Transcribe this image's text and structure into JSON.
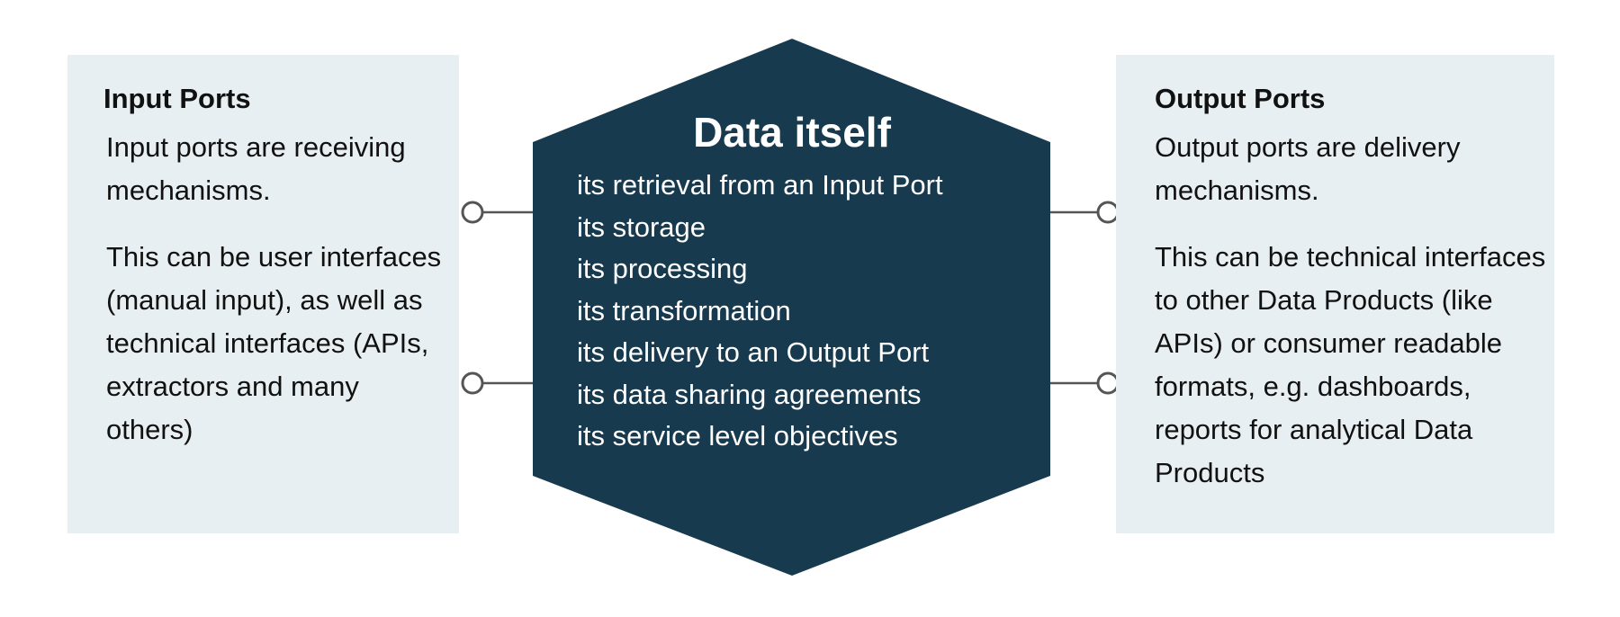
{
  "input_ports": {
    "title": "Input Ports",
    "paragraph_1": "Input ports are receiving mechanisms.",
    "paragraph_2": "This can be user interfaces (manual input), as well as technical interfaces (APIs, extractors and many others)"
  },
  "data_itself": {
    "title": "Data itself",
    "items": [
      "its retrieval from an Input Port",
      "its storage",
      "its processing",
      "its transformation",
      "its delivery to an Output Port",
      "its data sharing agreements",
      "its service level objectives"
    ]
  },
  "output_ports": {
    "title": "Output Ports",
    "paragraph_1": "Output ports are delivery mechanisms.",
    "paragraph_2": "This can be technical interfaces to other Data Products (like APIs) or consumer readable formats, e.g. dashboards, reports for analytical Data Products"
  },
  "colors": {
    "hexagon_fill": "#173a4e",
    "panel_background": "#e8eff2",
    "connector_stroke": "#555555"
  }
}
